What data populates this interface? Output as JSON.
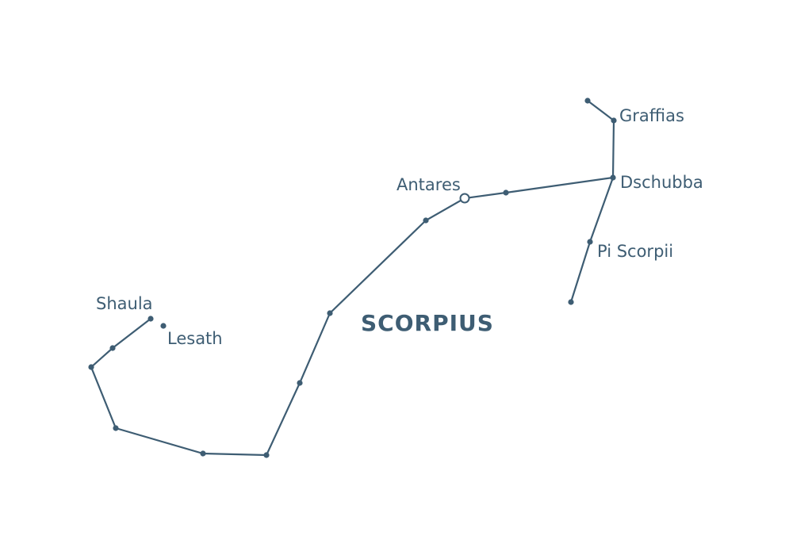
{
  "title": "SCORPIUS",
  "colors": {
    "ink": "#3e5d73",
    "background": "#ffffff"
  },
  "labels": {
    "graffias": "Graffias",
    "dschubba": "Dschubba",
    "antares": "Antares",
    "pi_scorpii": "Pi Scorpii",
    "shaula": "Shaula",
    "lesath": "Lesath"
  }
}
